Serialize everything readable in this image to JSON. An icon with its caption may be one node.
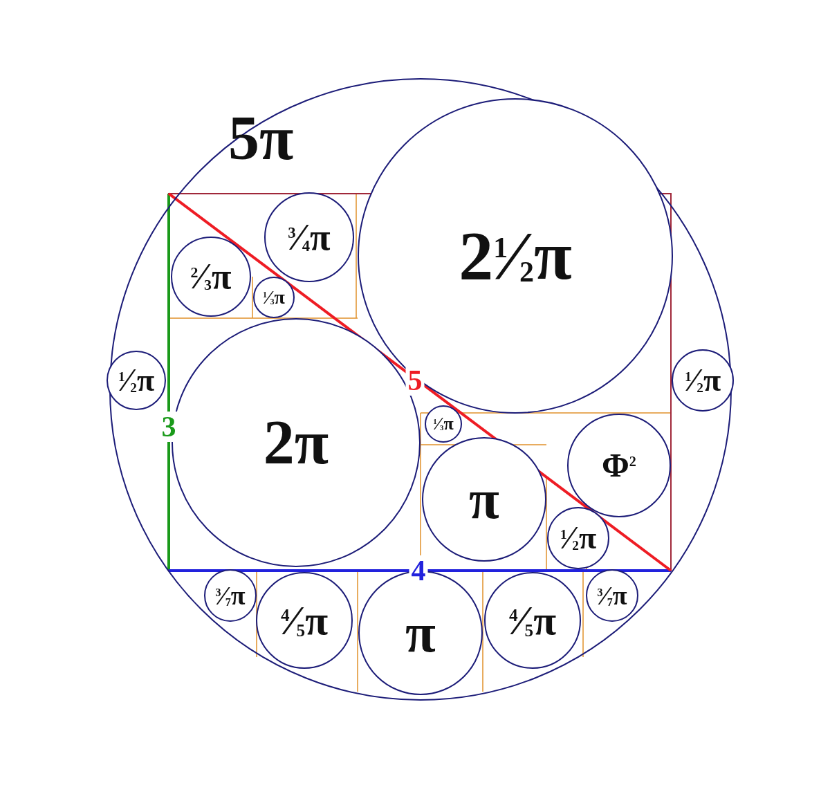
{
  "diagram": {
    "nodes": [
      {
        "text": [
          "5π"
        ]
      },
      {
        "text": [
          "$^{3}$⁄$_{4}$π"
        ],
        "in": 0
      },
      {
        "text": [
          "2$^{1}$⁄$_{2}$π"
        ],
        "in": 0
      },
      {
        "text": [
          "$^{2}$⁄$_{3}$π"
        ],
        "in": 0
      },
      {
        "text": [
          "$^{1}$⁄$_{3}$π"
        ],
        "in": 0
      },
      {
        "text": [
          "$^{1}$⁄$_{2}$π"
        ],
        "in": 0
      },
      {
        "text": [
          "2π"
        ],
        "in": 0
      },
      {
        "text": [
          "$^{1}$⁄$_{2}$π"
        ],
        "in": 0
      },
      {
        "text": [
          "$^{1}$⁄$_{3}$π"
        ],
        "in": 0
      },
      {
        "text": [
          "Φ$^{2}$"
        ],
        "in": 0
      },
      {
        "text": [
          "π"
        ],
        "in": 0
      },
      {
        "text": [
          "$^{1}$⁄$_{2}$π"
        ],
        "in": 0
      },
      {
        "text": [
          "$^{3}$⁄$_{7}$π"
        ],
        "in": 0
      },
      {
        "text": [
          "$^{4}$⁄$_{5}$π"
        ],
        "in": 0
      },
      {
        "text": [
          "π"
        ],
        "in": 0
      },
      {
        "text": [
          "$^{4}$⁄$_{5}$π"
        ],
        "in": 0
      },
      {
        "text": [
          "$^{3}$⁄$_{7}$π"
        ],
        "in": 0
      }
    ],
    "labels": [
      "5",
      "3",
      "4"
    ]
  }
}
